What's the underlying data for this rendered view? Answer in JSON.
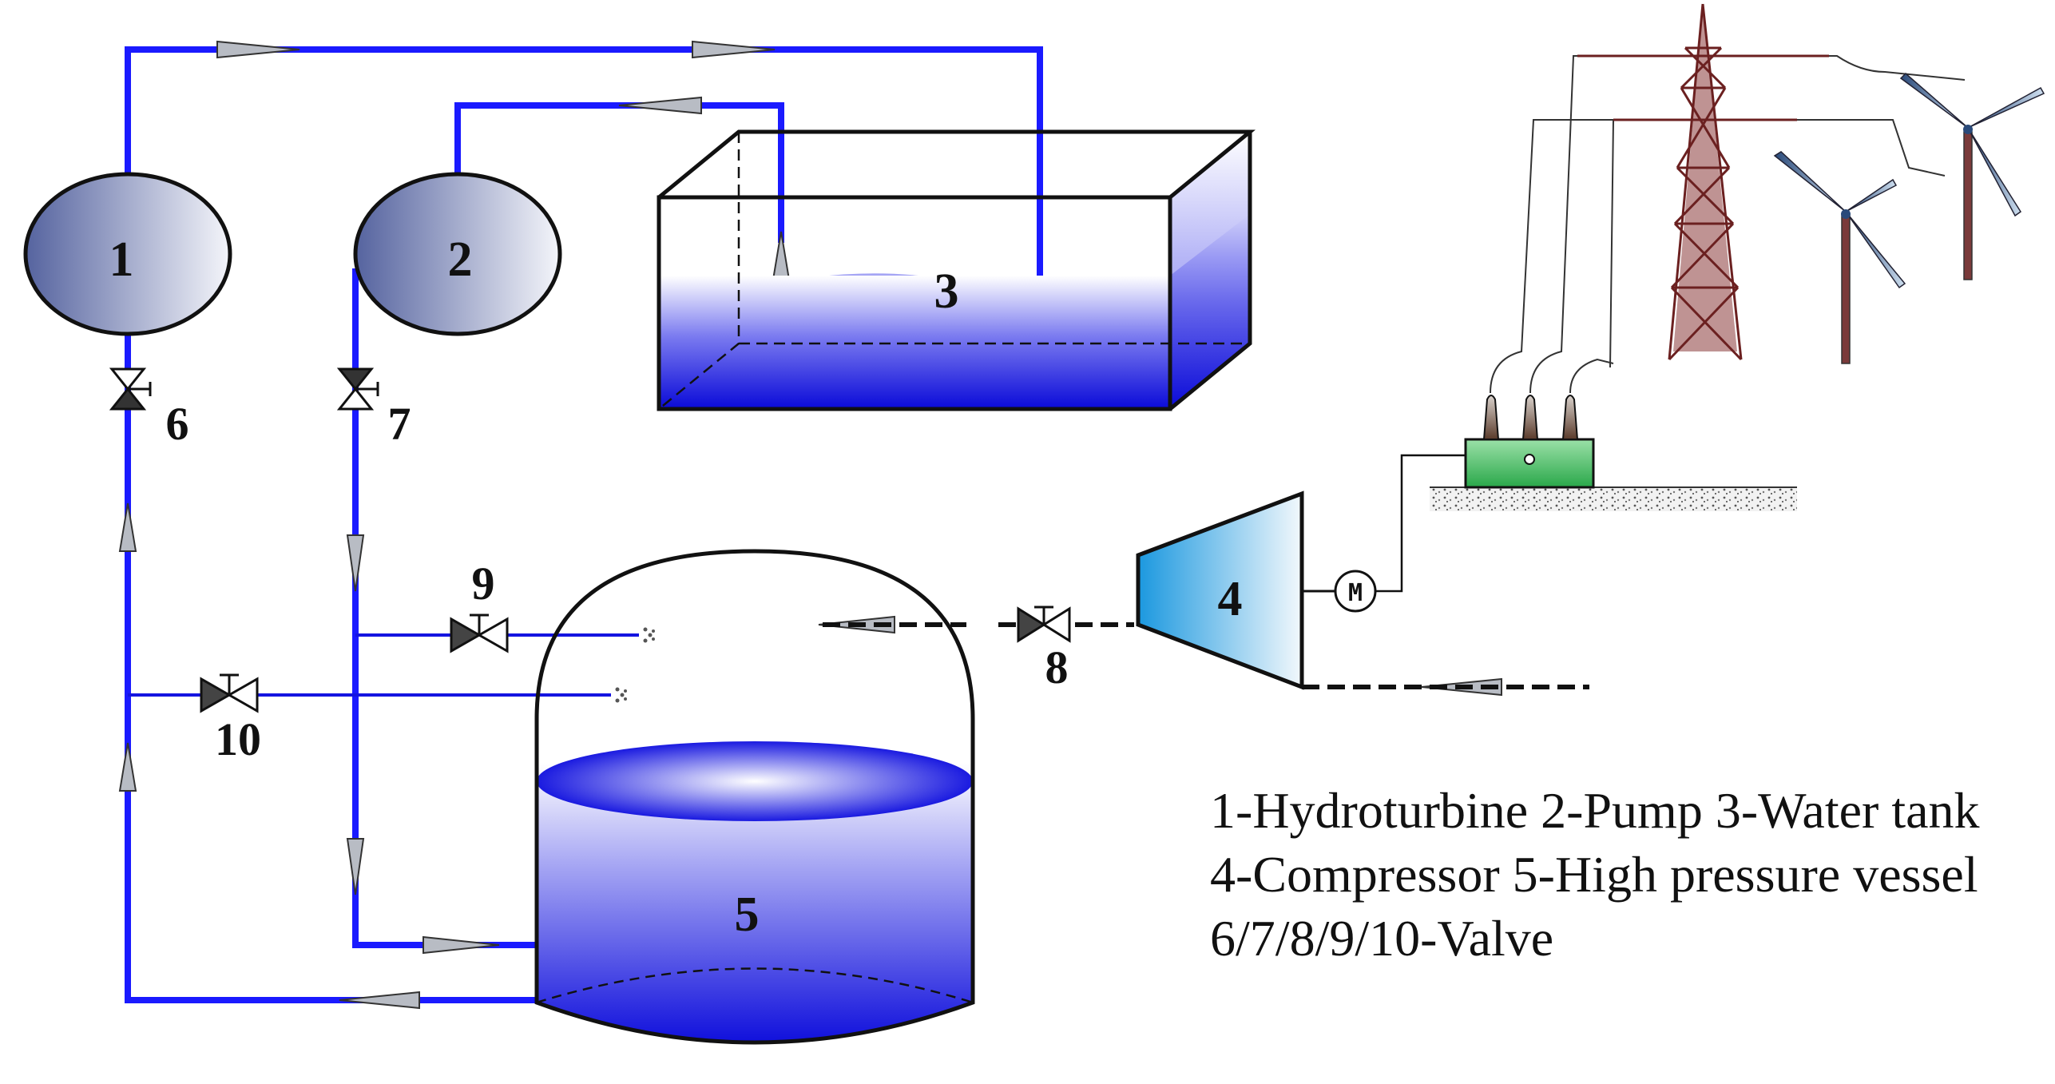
{
  "components": {
    "hydroturbine": "1",
    "pump": "2",
    "water_tank": "3",
    "compressor": "4",
    "vessel": "5",
    "valve6": "6",
    "valve7": "7",
    "valve8": "8",
    "valve9": "9",
    "valve10": "10",
    "motor": "M"
  },
  "legend": [
    "1-Hydroturbine 2-Pump 3-Water tank",
    "4-Compressor 5-High pressure vessel",
    "6/7/8/9/10-Valve"
  ],
  "colors": {
    "pipe": "#1a1aff",
    "thin_pipe": "#1414e0",
    "water_dark": "#1111dd",
    "turbine_dark": "#5a6db0",
    "compressor": "#1e9ee0",
    "tower": "#7a2a2a",
    "transformer": "#2aa84a",
    "arrow_fill": "#b8bcc4"
  }
}
